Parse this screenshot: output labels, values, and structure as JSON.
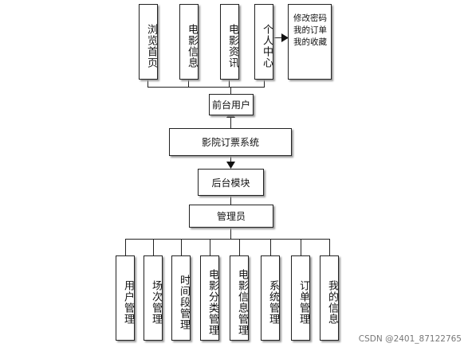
{
  "top_nodes": [
    {
      "label": "浏览首页"
    },
    {
      "label": "电影信息"
    },
    {
      "label": "电影资讯"
    },
    {
      "label": "个人中心"
    },
    {
      "label": "修改密码\n我的订单\n我的收藏"
    }
  ],
  "front_user": "前台用户",
  "system": "影院订票系统",
  "backend": "后台模块",
  "admin": "管理员",
  "bottom_nodes": [
    {
      "label": "用户管理"
    },
    {
      "label": "场次管理"
    },
    {
      "label": "时间段管理"
    },
    {
      "label": "电影分类管理"
    },
    {
      "label": "电影信息管理"
    },
    {
      "label": "系统管理"
    },
    {
      "label": "订单管理"
    },
    {
      "label": "我的信息"
    }
  ],
  "watermark": "CSDN @2401_87122765"
}
